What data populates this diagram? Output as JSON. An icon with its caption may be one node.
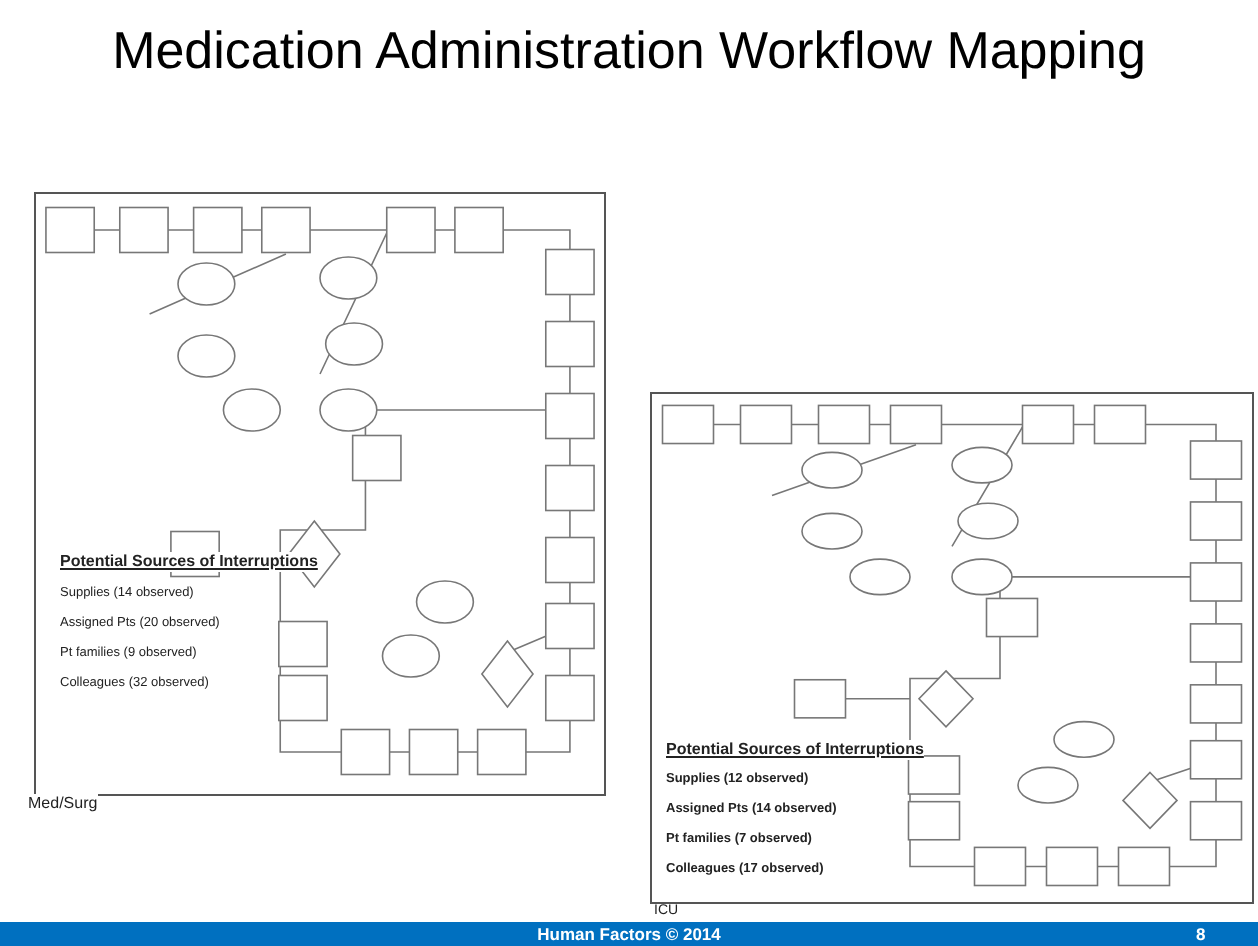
{
  "diagram": {
    "title": "Medication Administration Workflow Mapping",
    "labels": [
      "Potential Sources of Interruptions",
      "Supplies (14 observed)",
      "Assigned Pts (20 observed)",
      "Pt families (9 observed)",
      "Colleagues (32 observed)",
      "Med/Surg",
      "Potential Sources of Interruptions",
      "Supplies (12 observed)",
      "Assigned Pts (14 observed)",
      "Pt families (7 observed)",
      "Colleagues (17 observed)",
      "ICU",
      "Human Factors © 2014",
      "8"
    ]
  }
}
